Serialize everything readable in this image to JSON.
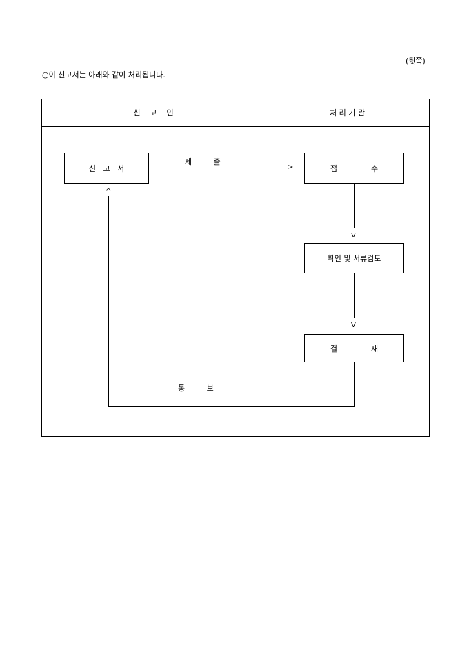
{
  "page_label": "(뒷쪽)",
  "intro": "○이 신고서는 아래와 같이 처리됩니다.",
  "columns": {
    "left": "신    고    인",
    "right": "처 리 기 관"
  },
  "boxes": {
    "form": "신   고   서",
    "receipt": "접              수",
    "review": "확인 및 서류검토",
    "approval": "결              재"
  },
  "labels": {
    "submit": "제         출",
    "notify": "통         보"
  },
  "arrows": {
    "right": ">",
    "down": "V",
    "up": "^"
  }
}
